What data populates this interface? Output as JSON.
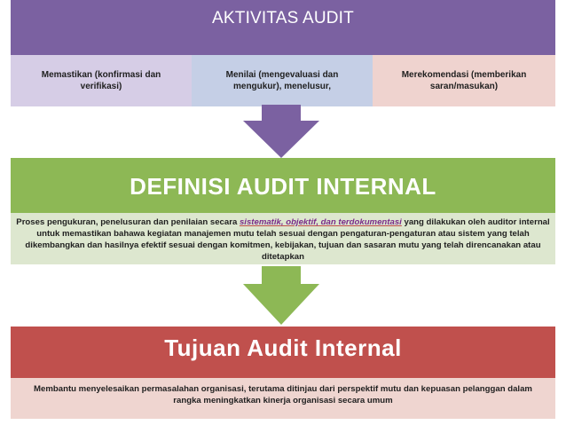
{
  "aktivitas": {
    "title": "AKTIVITAS AUDIT",
    "items": [
      "Memastikan (konfirmasi dan verifikasi)",
      "Menilai (mengevaluasi dan mengukur), menelusur,",
      "Merekomendasi (memberikan saran/masukan)"
    ]
  },
  "definisi": {
    "title": "DEFINISI AUDIT INTERNAL",
    "text_before": "Proses pengukuran, penelusuran  dan penilaian secara ",
    "highlight": "sistematik, objektif, dan terdokumentasi",
    "text_after": " yang dilakukan oleh auditor internal untuk memastikan bahawa kegiatan manajemen mutu telah sesuai dengan pengaturan-pengaturan atau sistem yang telah dikembangkan dan hasilnya efektif sesuai dengan komitmen, kebijakan, tujuan dan sasaran mutu yang telah direncanakan atau ditetapkan"
  },
  "tujuan": {
    "title": "Tujuan Audit Internal",
    "text": "Membantu menyelesaikan permasalahan organisasi, terutama ditinjau dari perspektif mutu dan kepuasan pelanggan dalam rangka meningkatkan kinerja organisasi secara umum"
  },
  "colors": {
    "purple": "#7b61a1",
    "green": "#8db855",
    "red": "#c0504d"
  }
}
